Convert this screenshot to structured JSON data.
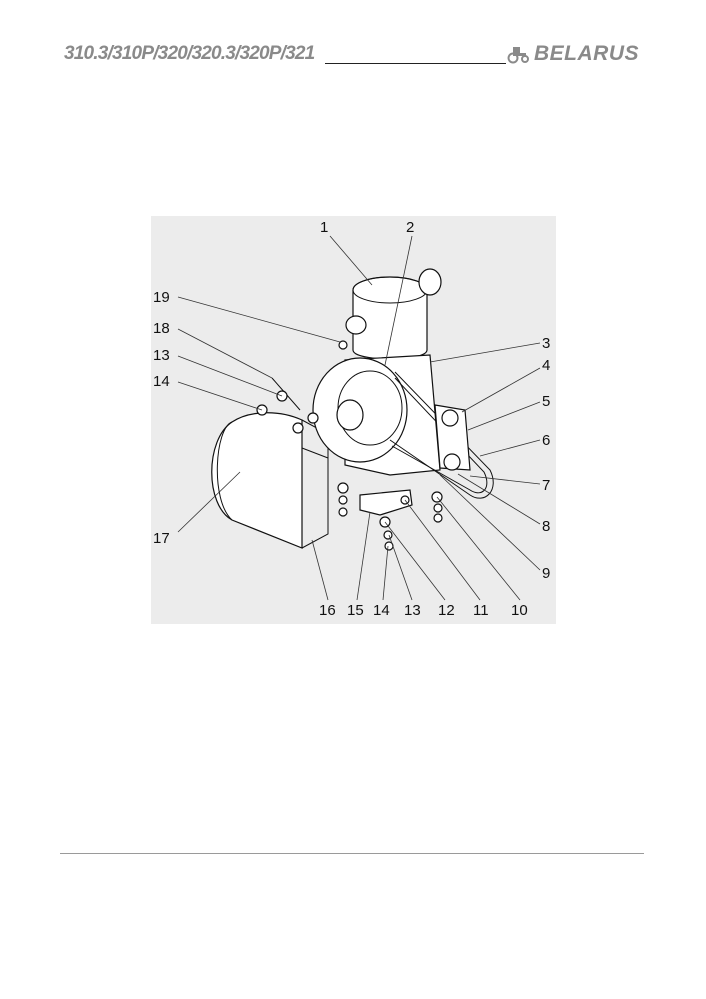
{
  "header": {
    "model_line": "310.3/310P/320/320.3/320P/321",
    "brand_name": "BELARUS",
    "brand_logo_icon": "tractor-icon"
  },
  "figure": {
    "callout_numbers": [
      "1",
      "2",
      "3",
      "4",
      "5",
      "6",
      "7",
      "8",
      "9",
      "19",
      "18",
      "13",
      "14",
      "17",
      "16",
      "15",
      "14",
      "13",
      "12",
      "11",
      "10"
    ]
  },
  "colors": {
    "header_text": "#8a8a8a",
    "figure_background": "#ececec",
    "line": "#111111"
  }
}
